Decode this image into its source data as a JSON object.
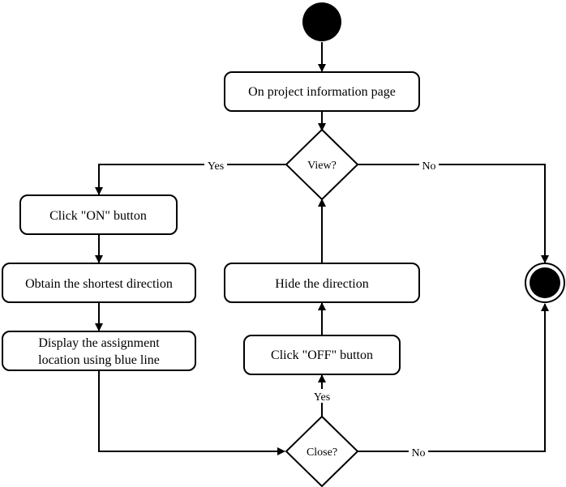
{
  "nodes": {
    "project_info": {
      "label": "On project information page"
    },
    "view_decision": {
      "label": "View?"
    },
    "click_on": {
      "label": "Click \"ON\" button"
    },
    "obtain_direction": {
      "label": "Obtain the shortest direction"
    },
    "display_location": {
      "lines": [
        "Display the assignment",
        "location using blue line"
      ]
    },
    "hide_direction": {
      "label": "Hide the direction"
    },
    "click_off": {
      "label": "Click \"OFF\" button"
    },
    "close_decision": {
      "label": "Close?"
    }
  },
  "edge_labels": {
    "view_yes": "Yes",
    "view_no": "No",
    "close_yes": "Yes",
    "close_no": "No"
  }
}
